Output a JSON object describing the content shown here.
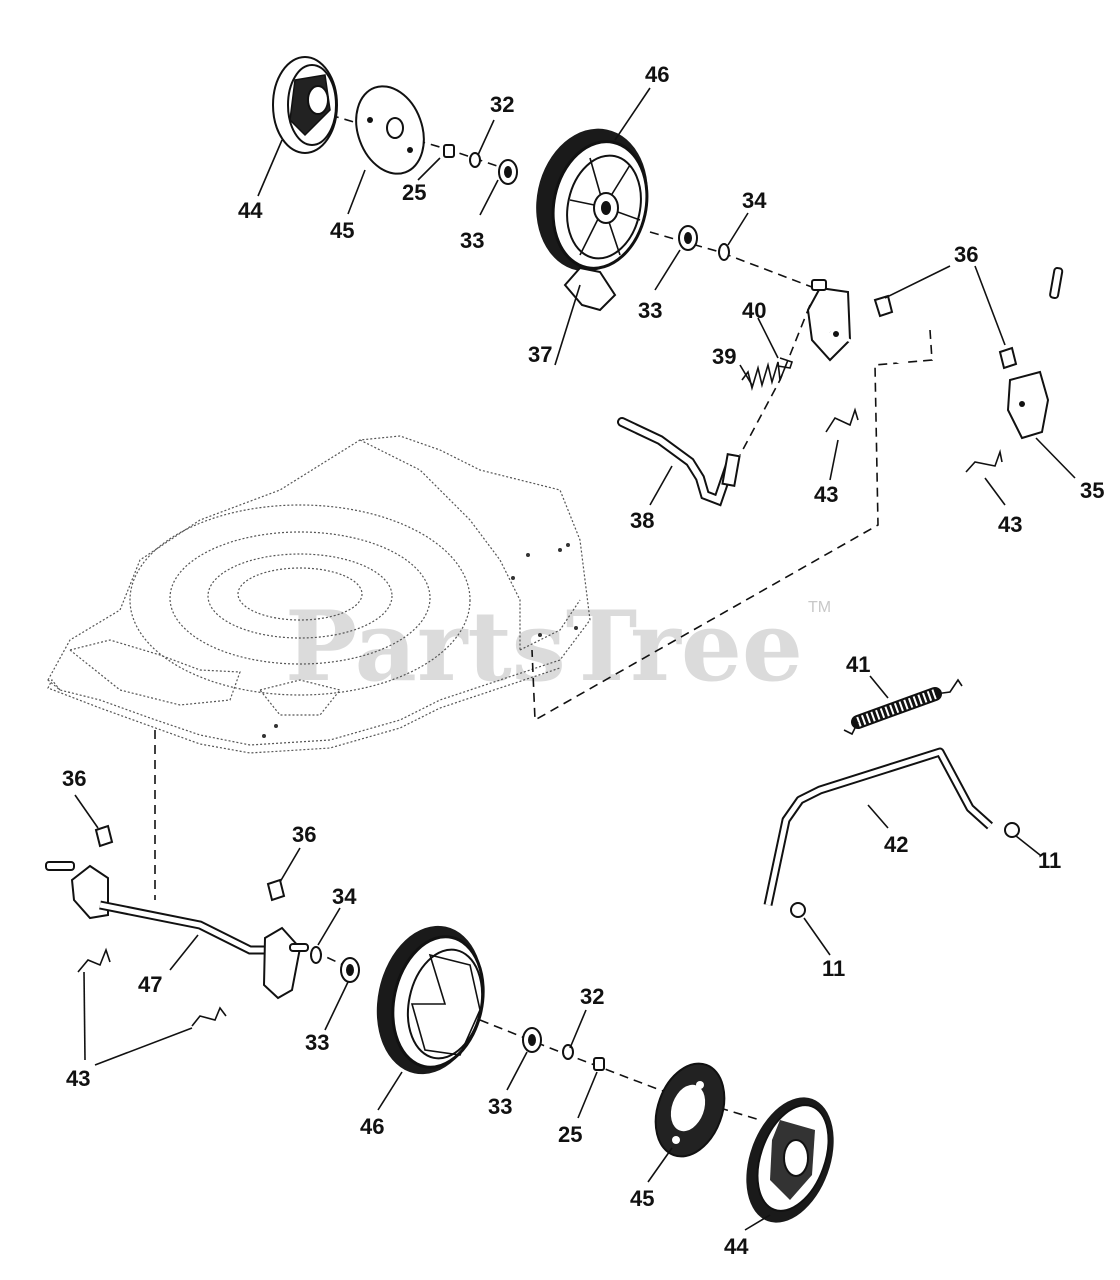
{
  "watermark": {
    "text": "PartsTree",
    "tm": "TM"
  },
  "labels": {
    "l44a": "44",
    "l45a": "45",
    "l25a": "25",
    "l33a": "33",
    "l32a": "32",
    "l46a": "46",
    "l33b": "33",
    "l34a": "34",
    "l36a": "36",
    "l40": "40",
    "l39": "39",
    "l37": "37",
    "l38": "38",
    "l43a": "43",
    "l43b": "43",
    "l35": "35",
    "l41": "41",
    "l42": "42",
    "l11a": "11",
    "l11b": "11",
    "l36b": "36",
    "l36c": "36",
    "l34b": "34",
    "l47": "47",
    "l43c": "43",
    "l33c": "33",
    "l32b": "32",
    "l46b": "46",
    "l33d": "33",
    "l25b": "25",
    "l45b": "45",
    "l44b": "44"
  }
}
